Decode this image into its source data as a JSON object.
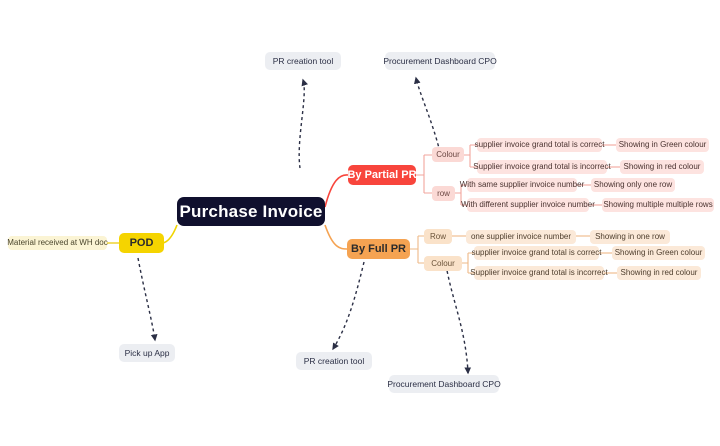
{
  "diagram": {
    "title": "Purchase Invoice mind map",
    "background": "#ffffff"
  },
  "colors": {
    "root_bg": "#10102e",
    "partial_branch": "#f8453c",
    "full_branch": "#f5a352",
    "pod_branch": "#f5d400",
    "note_bg": "#eceef2",
    "dashed_arrow": "#2b2f45"
  },
  "root": {
    "label": "Purchase Invoice"
  },
  "branches": {
    "partial": {
      "label": "By Partial PR",
      "categories": [
        {
          "label": "Colour",
          "leaves": [
            {
              "condition": "supplier invoice grand total is correct",
              "result": "Showing in Green colour"
            },
            {
              "condition": "Supplier invoice grand total is incorrect",
              "result": "Showing in red colour"
            }
          ]
        },
        {
          "label": "row",
          "leaves": [
            {
              "condition": "With same supplier invoice number",
              "result": "Showing only one row"
            },
            {
              "condition": "With different supplier invoice number",
              "result": "Showing multiple multiple rows"
            }
          ]
        }
      ]
    },
    "full": {
      "label": "By Full PR",
      "categories": [
        {
          "label": "Row",
          "leaves": [
            {
              "condition": "one supplier invoice number",
              "result": "Showing in one row"
            }
          ]
        },
        {
          "label": "Colour",
          "leaves": [
            {
              "condition": "supplier invoice grand total is correct",
              "result": "Showing in Green colour"
            },
            {
              "condition": "Supplier invoice grand total is incorrect",
              "result": "Showing in red colour"
            }
          ]
        }
      ]
    },
    "pod": {
      "label": "POD",
      "leaf": "Material received at WH doc"
    }
  },
  "notes": {
    "top_left": "PR creation tool",
    "top_right": "Procurement Dashboard CPO",
    "bottom_left": "Pick up App",
    "bottom_center": "PR creation tool",
    "bottom_right": "Procurement Dashboard CPO"
  }
}
